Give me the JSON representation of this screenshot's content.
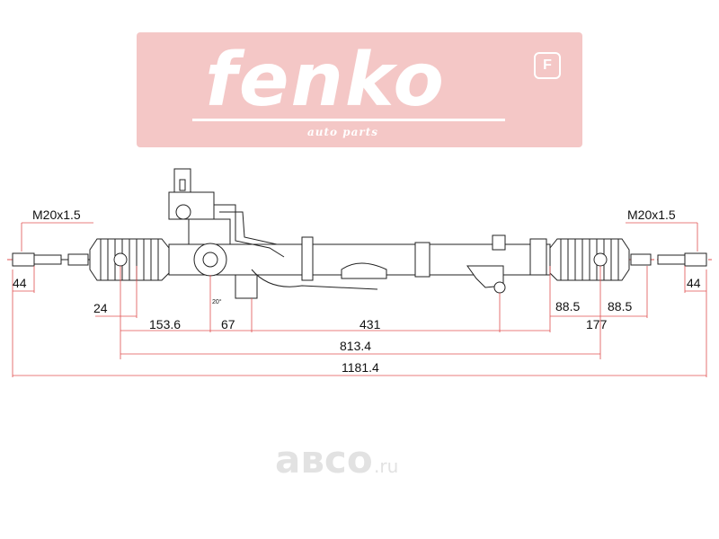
{
  "logo": {
    "brand": "fenko",
    "badge": "F",
    "tagline": "auto parts",
    "banner_color": "#f4c7c6"
  },
  "dimensions": {
    "thread_left": "M20x1.5",
    "thread_right": "M20x1.5",
    "end_left": "44",
    "end_right": "44",
    "d24": "24",
    "d153_6": "153.6",
    "d67": "67",
    "d431": "431",
    "d88_5_a": "88.5",
    "d88_5_b": "88.5",
    "d177": "177",
    "d813_4": "813.4",
    "d1181_4": "1181.4",
    "angle": "20°"
  },
  "watermark": {
    "name": "авсо",
    "suffix": ".ru"
  },
  "colors": {
    "axis_line": "#e05050",
    "drawing_line": "#222222"
  }
}
